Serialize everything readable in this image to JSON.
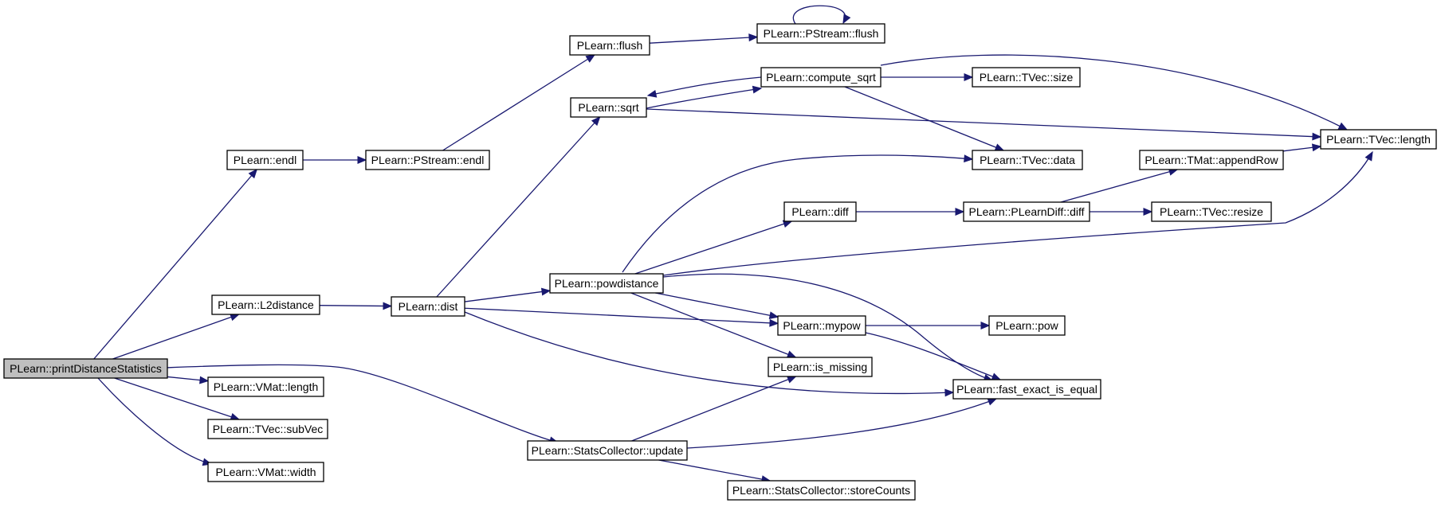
{
  "nodes": [
    {
      "id": "printDistanceStatistics",
      "label": "PLearn::printDistanceStatistics",
      "root": true
    },
    {
      "id": "endl",
      "label": "PLearn::endl"
    },
    {
      "id": "pstream_endl",
      "label": "PLearn::PStream::endl"
    },
    {
      "id": "flush",
      "label": "PLearn::flush"
    },
    {
      "id": "pstream_flush",
      "label": "PLearn::PStream::flush"
    },
    {
      "id": "sqrt",
      "label": "PLearn::sqrt"
    },
    {
      "id": "compute_sqrt",
      "label": "PLearn::compute_sqrt"
    },
    {
      "id": "tvec_size",
      "label": "PLearn::TVec::size"
    },
    {
      "id": "tvec_length",
      "label": "PLearn::TVec::length"
    },
    {
      "id": "tvec_data",
      "label": "PLearn::TVec::data"
    },
    {
      "id": "tmat_appendRow",
      "label": "PLearn::TMat::appendRow"
    },
    {
      "id": "diff",
      "label": "PLearn::diff"
    },
    {
      "id": "plearndiff_diff",
      "label": "PLearn::PLearnDiff::diff"
    },
    {
      "id": "tvec_resize",
      "label": "PLearn::TVec::resize"
    },
    {
      "id": "l2distance",
      "label": "PLearn::L2distance"
    },
    {
      "id": "dist",
      "label": "PLearn::dist"
    },
    {
      "id": "powdistance",
      "label": "PLearn::powdistance"
    },
    {
      "id": "mypow",
      "label": "PLearn::mypow"
    },
    {
      "id": "pow",
      "label": "PLearn::pow"
    },
    {
      "id": "is_missing",
      "label": "PLearn::is_missing"
    },
    {
      "id": "fast_exact_is_equal",
      "label": "PLearn::fast_exact_is_equal"
    },
    {
      "id": "vmat_length",
      "label": "PLearn::VMat::length"
    },
    {
      "id": "tvec_subVec",
      "label": "PLearn::TVec::subVec"
    },
    {
      "id": "vmat_width",
      "label": "PLearn::VMat::width"
    },
    {
      "id": "statscollector_update",
      "label": "PLearn::StatsCollector::update"
    },
    {
      "id": "storeCounts",
      "label": "PLearn::StatsCollector::storeCounts"
    }
  ],
  "edges": [
    {
      "from": "printDistanceStatistics",
      "to": "endl"
    },
    {
      "from": "printDistanceStatistics",
      "to": "l2distance"
    },
    {
      "from": "printDistanceStatistics",
      "to": "vmat_length"
    },
    {
      "from": "printDistanceStatistics",
      "to": "tvec_subVec"
    },
    {
      "from": "printDistanceStatistics",
      "to": "vmat_width"
    },
    {
      "from": "printDistanceStatistics",
      "to": "statscollector_update"
    },
    {
      "from": "endl",
      "to": "pstream_endl"
    },
    {
      "from": "pstream_endl",
      "to": "flush"
    },
    {
      "from": "flush",
      "to": "pstream_flush"
    },
    {
      "from": "pstream_flush",
      "to": "pstream_flush"
    },
    {
      "from": "l2distance",
      "to": "dist"
    },
    {
      "from": "dist",
      "to": "sqrt"
    },
    {
      "from": "dist",
      "to": "powdistance"
    },
    {
      "from": "dist",
      "to": "mypow"
    },
    {
      "from": "dist",
      "to": "fast_exact_is_equal"
    },
    {
      "from": "sqrt",
      "to": "compute_sqrt"
    },
    {
      "from": "sqrt",
      "to": "tvec_length"
    },
    {
      "from": "compute_sqrt",
      "to": "sqrt"
    },
    {
      "from": "compute_sqrt",
      "to": "tvec_size"
    },
    {
      "from": "compute_sqrt",
      "to": "tvec_length"
    },
    {
      "from": "compute_sqrt",
      "to": "tvec_data"
    },
    {
      "from": "powdistance",
      "to": "tvec_data"
    },
    {
      "from": "powdistance",
      "to": "diff"
    },
    {
      "from": "powdistance",
      "to": "tvec_length"
    },
    {
      "from": "powdistance",
      "to": "mypow"
    },
    {
      "from": "powdistance",
      "to": "is_missing"
    },
    {
      "from": "powdistance",
      "to": "fast_exact_is_equal"
    },
    {
      "from": "diff",
      "to": "plearndiff_diff"
    },
    {
      "from": "plearndiff_diff",
      "to": "tmat_appendRow"
    },
    {
      "from": "plearndiff_diff",
      "to": "tvec_resize"
    },
    {
      "from": "tmat_appendRow",
      "to": "tvec_length"
    },
    {
      "from": "mypow",
      "to": "pow"
    },
    {
      "from": "mypow",
      "to": "fast_exact_is_equal"
    },
    {
      "from": "statscollector_update",
      "to": "is_missing"
    },
    {
      "from": "statscollector_update",
      "to": "fast_exact_is_equal"
    },
    {
      "from": "statscollector_update",
      "to": "storeCounts"
    }
  ],
  "colors": {
    "edge": "#191970",
    "node_border": "#000000",
    "node_fill": "#ffffff",
    "root_fill": "#bfbfbf"
  }
}
